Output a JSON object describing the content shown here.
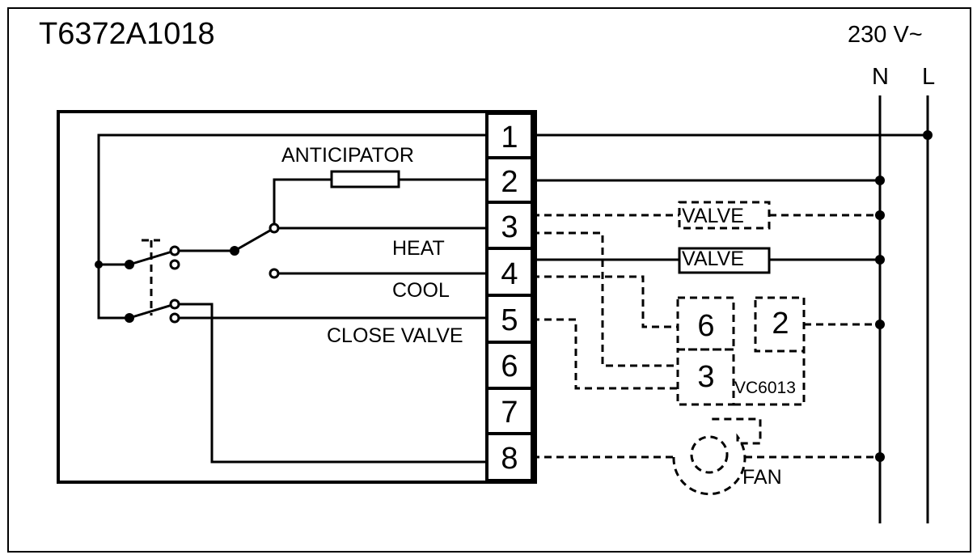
{
  "header": {
    "model": "T6372A1018",
    "supply": "230 V~",
    "neutral": "N",
    "line": "L"
  },
  "terminals": [
    "1",
    "2",
    "3",
    "4",
    "5",
    "6",
    "7",
    "8"
  ],
  "labels": {
    "anticipator": "ANTICIPATOR",
    "heat": "HEAT",
    "cool": "COOL",
    "close_valve": "CLOSE VALVE",
    "valve_heat": "VALVE",
    "valve_cool": "VALVE",
    "fan": "FAN"
  },
  "actuator": {
    "model": "VC6013",
    "terminal_6": "6",
    "terminal_2": "2",
    "terminal_3": "3"
  }
}
